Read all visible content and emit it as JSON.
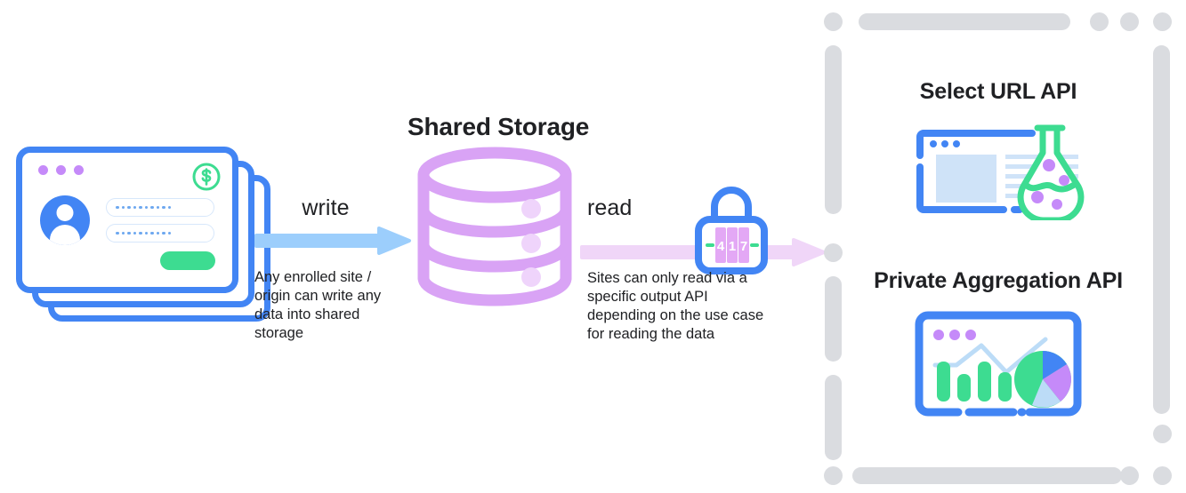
{
  "diagram": {
    "title_center": "Shared Storage",
    "left_site": {
      "name": "enrolled-site-card-stack",
      "window_dots": [
        "dot",
        "dot",
        "dot"
      ],
      "badge_icon": "dollar-circle-icon",
      "avatar_icon": "user-avatar-icon",
      "field_1_value": "••••••••••",
      "field_2_value": "••••••••••",
      "submit_button_label": ""
    },
    "write_flow": {
      "label": "write",
      "caption": "Any enrolled site /\norigin can write any\ndata into shared\nstorage",
      "arrow_color": "#9ccefc"
    },
    "storage": {
      "icon": "database-cylinder-icon",
      "layers": 3,
      "color": "#d9a3f5"
    },
    "read_flow": {
      "label": "read",
      "caption": "Sites can only read via a\nspecific output API\ndepending on the use case\nfor reading the data",
      "arrow_color": "#f0d6f8",
      "lock": {
        "icon": "combination-padlock-icon",
        "digits": [
          "4",
          "1",
          "7"
        ],
        "body_color": "#4285f4",
        "dial_color": "#e3a8f5"
      }
    },
    "output_apis": {
      "panel_border_color": "#dadce0",
      "items": [
        {
          "title": "Select URL API",
          "icon": "browser-window-flask-icon",
          "accent_colors": [
            "#4285f4",
            "#3ddc91",
            "#c58af9"
          ]
        },
        {
          "title": "Private Aggregation API",
          "icon": "browser-window-charts-icon",
          "accent_colors": [
            "#4285f4",
            "#3ddc91",
            "#c58af9",
            "#aed5f7"
          ]
        }
      ]
    }
  },
  "palette": {
    "blue": "#4285f4",
    "light_blue_arrow": "#9ccefc",
    "green": "#3ddc91",
    "purple": "#c58af9",
    "storage_purple": "#d9a3f5",
    "read_arrow_purple": "#f0d6f8",
    "gray_border": "#dadce0",
    "text": "#202124"
  }
}
